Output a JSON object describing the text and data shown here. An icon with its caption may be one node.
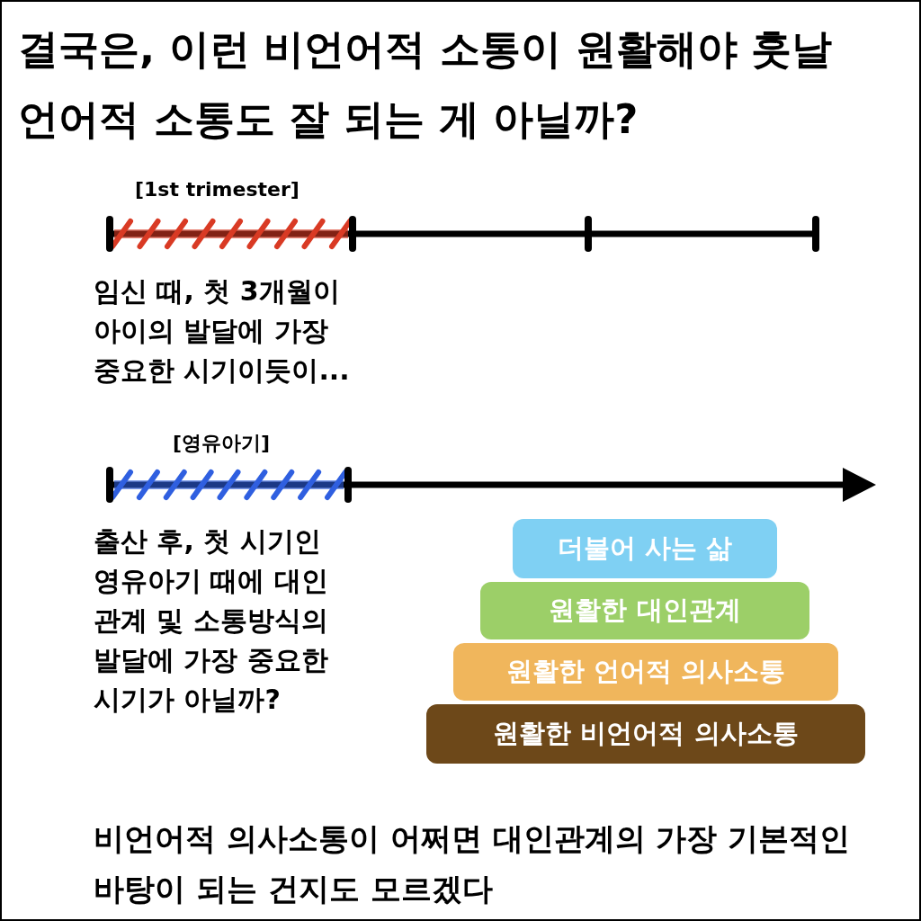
{
  "diagram": {
    "title": "결국은, 이런 비언어적 소통이 원활해야 훗날 언어적 소통도 잘 되는 게 아닐까?",
    "nodes": [
      {
        "text": [
          "더불어 사는 삶"
        ]
      },
      {
        "text": [
          "원활한 대인관계"
        ]
      },
      {
        "text": [
          "원활한 언어적 의사소통"
        ]
      },
      {
        "text": [
          "원활한 비언어적 의사소통"
        ]
      }
    ],
    "edges": [],
    "labels": [
      "[1st trimester]",
      "임신 때, 첫 3개월이 아이의 발달에 가장 중요한 시기이듯이...",
      "[영유아기]",
      "출산 후, 첫 시기인 영유아기 때에 대인 관계 및 소통방식의 발달에 가장 중요한 시기가 아닐까?"
    ],
    "caption": "비언어적 의사소통이 어쩌면 대인관계의 가장 기본적인 바탕이 되는 건지도 모르겠다"
  }
}
